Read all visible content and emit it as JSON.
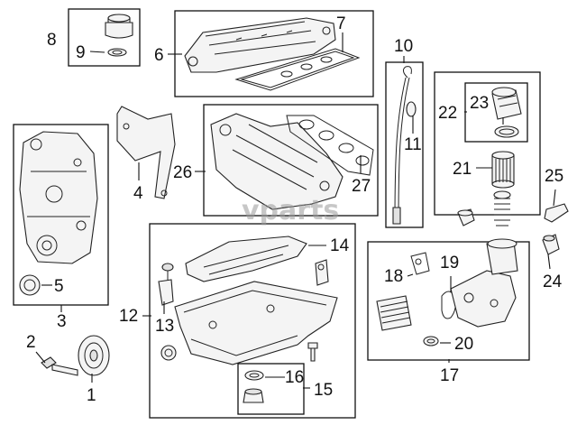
{
  "callouts": {
    "c1": "1",
    "c2": "2",
    "c3": "3",
    "c4": "4",
    "c5": "5",
    "c6": "6",
    "c7": "7",
    "c8": "8",
    "c9": "9",
    "c10": "10",
    "c11": "11",
    "c12": "12",
    "c13": "13",
    "c14": "14",
    "c15": "15",
    "c16": "16",
    "c17": "17",
    "c18": "18",
    "c19": "19",
    "c20": "20",
    "c21": "21",
    "c22": "22",
    "c23": "23",
    "c24": "24",
    "c25": "25",
    "c26": "26",
    "c27": "27"
  },
  "watermark": "vparts"
}
